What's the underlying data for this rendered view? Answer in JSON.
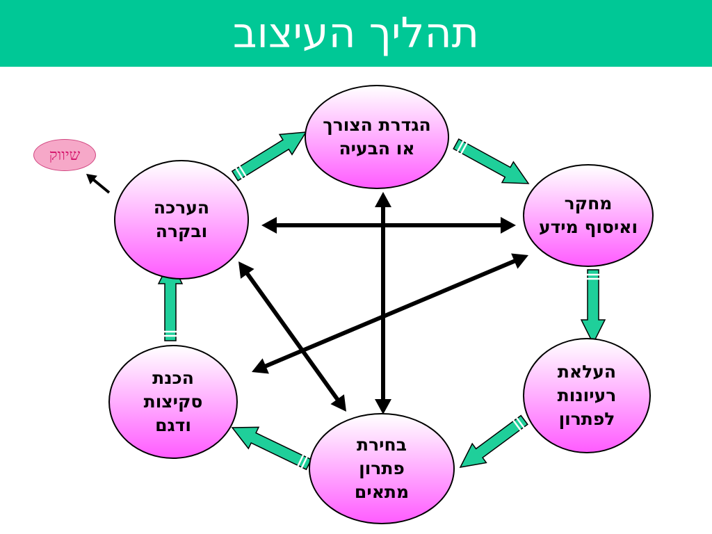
{
  "title": "תהליך העיצוב",
  "colors": {
    "title_bar": "#00c896",
    "arrow_fill": "#1fcf9a",
    "node_gradient_end": "#ff5cff",
    "side_node_fill": "#f6a8c8",
    "side_node_text": "#d61a6e"
  },
  "nodes": [
    {
      "id": "define",
      "lines": [
        "הגדרת הצורך",
        "או הבעיה"
      ]
    },
    {
      "id": "research",
      "lines": [
        "מחקר",
        "ואיסוף מידע"
      ]
    },
    {
      "id": "ideas",
      "lines": [
        "העלאת",
        "רעיונות",
        "לפתרון"
      ]
    },
    {
      "id": "choose",
      "lines": [
        "בחירת",
        "פתרון",
        "מתאים"
      ]
    },
    {
      "id": "prepare",
      "lines": [
        "הכנת",
        "סקיצות",
        "ודגם"
      ]
    },
    {
      "id": "evaluate",
      "lines": [
        "הערכה",
        "ובקרה"
      ]
    }
  ],
  "side_node": {
    "label": "שיווק"
  }
}
